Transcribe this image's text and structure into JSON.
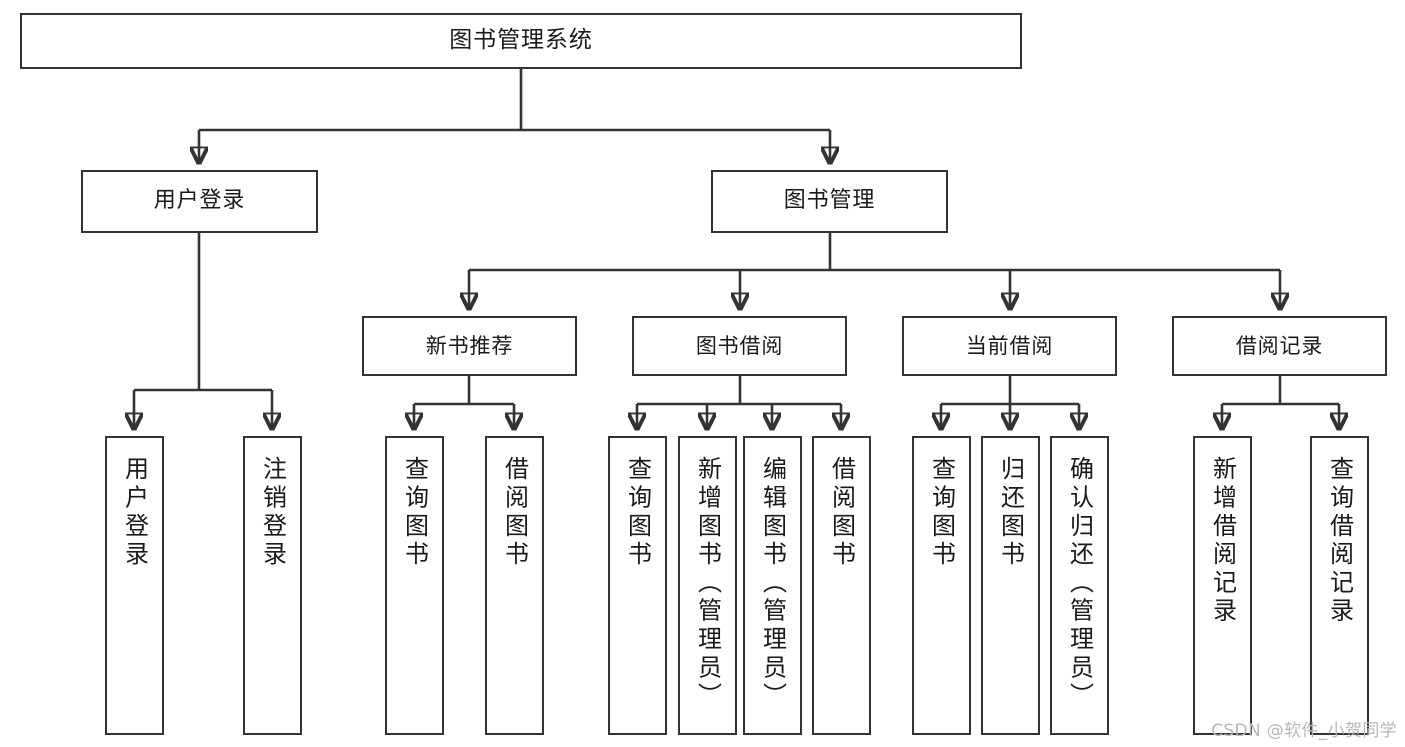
{
  "diagram": {
    "type": "tree-hierarchy",
    "title": "图书管理系统",
    "watermark": "CSDN @软件_小贺同学",
    "colors": {
      "stroke": "#333333",
      "background": "#ffffff",
      "text": "#1a1a1a",
      "watermark": "#b7b7b7"
    },
    "nodes": {
      "root": {
        "label": "图书管理系统"
      },
      "level1": [
        {
          "label": "用户登录"
        },
        {
          "label": "图书管理"
        }
      ],
      "level2": [
        {
          "label": "新书推荐"
        },
        {
          "label": "图书借阅"
        },
        {
          "label": "当前借阅"
        },
        {
          "label": "借阅记录"
        }
      ],
      "leaves_user_login": [
        {
          "label": "用户登录"
        },
        {
          "label": "注销登录"
        }
      ],
      "leaves_new_book": [
        {
          "label": "查询图书"
        },
        {
          "label": "借阅图书"
        }
      ],
      "leaves_borrow": [
        {
          "label": "查询图书"
        },
        {
          "label": "新增图书（管理员）"
        },
        {
          "label": "编辑图书（管理员）"
        },
        {
          "label": "借阅图书"
        }
      ],
      "leaves_current": [
        {
          "label": "查询图书"
        },
        {
          "label": "归还图书"
        },
        {
          "label": "确认归还（管理员）"
        }
      ],
      "leaves_record": [
        {
          "label": "新增借阅记录"
        },
        {
          "label": "查询借阅记录"
        }
      ]
    }
  }
}
